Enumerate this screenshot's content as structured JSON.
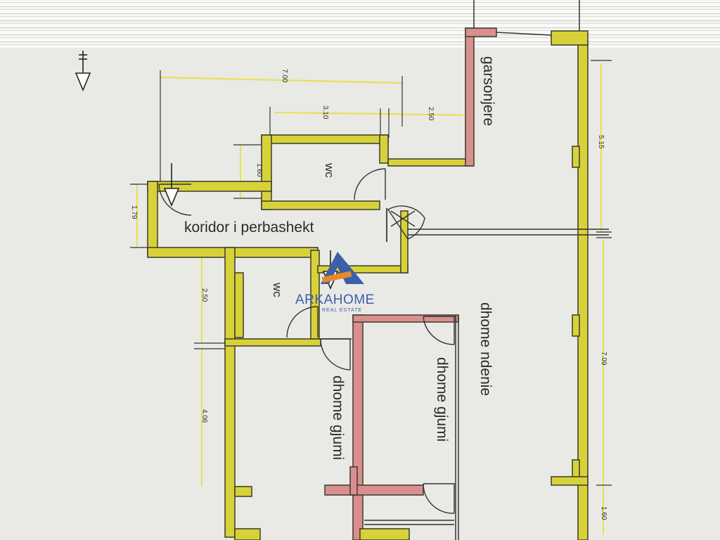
{
  "rooms": {
    "garsonjere": "garsonjere",
    "koridor": "koridor i perbashekt",
    "wc_top": "wc",
    "wc_bottom": "wc",
    "dhome_ndenie": "dhome ndenie",
    "dhome_gjumi_center": "dhome gjumi",
    "dhome_gjumi_left": "dhome gjumi"
  },
  "dimensions": {
    "d_700": "7.00",
    "d_310": "3.10",
    "d_250_top": "2.50",
    "d_160_top": "1.60",
    "d_179": "1.79",
    "d_250_left": "2.50",
    "d_406": "4.06",
    "d_515": "5.15",
    "d_709": "7.09",
    "d_160_bottom": "1.60"
  },
  "logo": {
    "name": "ARKAHOME",
    "tagline": "REAL ESTATE"
  },
  "colors": {
    "wall_yellow": "#d8d23a",
    "wall_outline": "#3a3a2a",
    "wall_pink": "#d98f8f",
    "dim_line": "#e6e24a",
    "logo_blue": "#3d5fa8",
    "logo_orange": "#e88a2a"
  }
}
